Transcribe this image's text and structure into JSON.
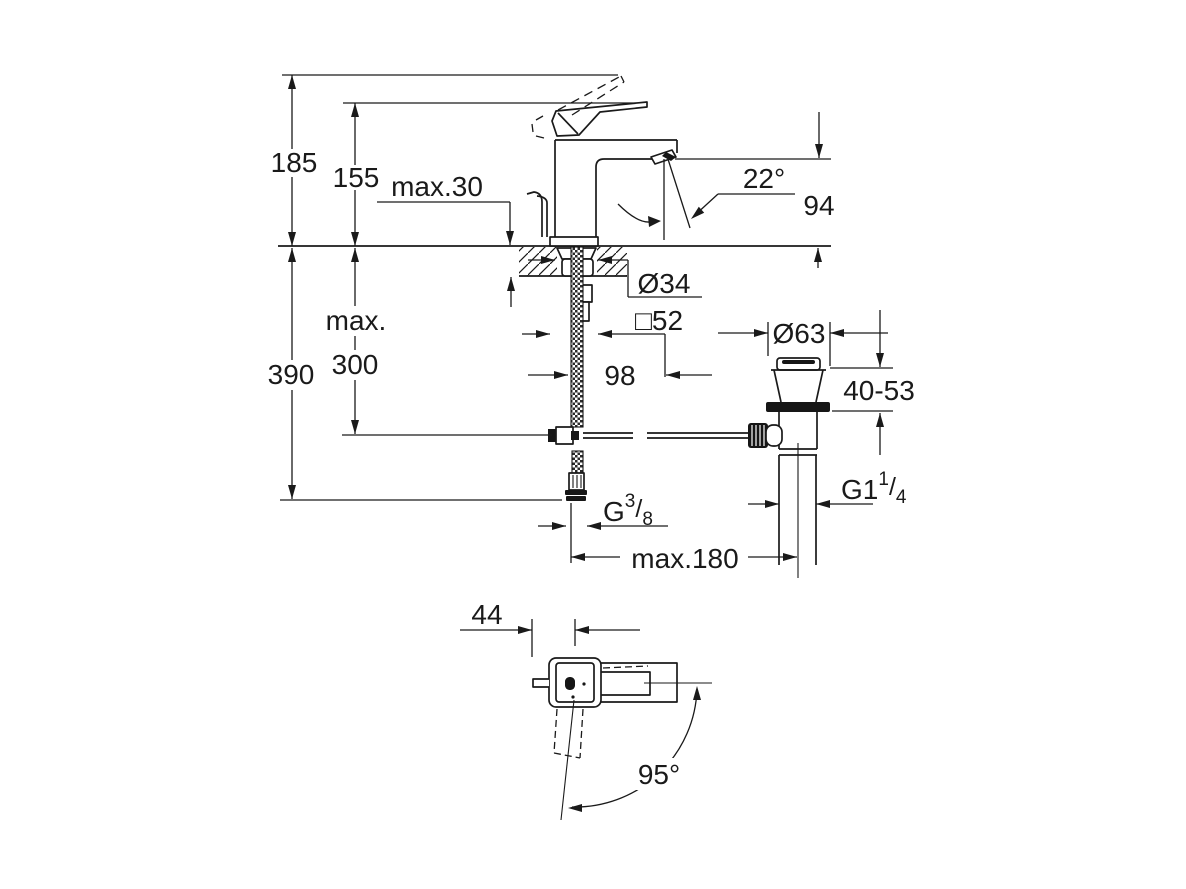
{
  "colors": {
    "background": "#ffffff",
    "ink": "#1a1a1a"
  },
  "labels": {
    "height_total": "185",
    "height_body": "155",
    "deck_thickness": "max.30",
    "spout_angle": "22°",
    "spout_height": "94",
    "hole_diameter": "Ø34",
    "base_square": "□52",
    "waste_flange_diameter": "Ø63",
    "hose_max_word": "max.",
    "hose_max_value": "300",
    "overall_depth": "390",
    "spout_reach": "98",
    "clamp_range": "40-53",
    "supply_thread_prefix": "G",
    "supply_thread_numerator": "3",
    "supply_thread_slash": "/",
    "supply_thread_denominator": "8",
    "waste_thread_prefix": "G1",
    "waste_thread_numerator": "1",
    "waste_thread_slash": "/",
    "waste_thread_denominator": "4",
    "rod_max_length": "max.180",
    "top_offset": "44",
    "handle_swivel_angle": "95°"
  }
}
